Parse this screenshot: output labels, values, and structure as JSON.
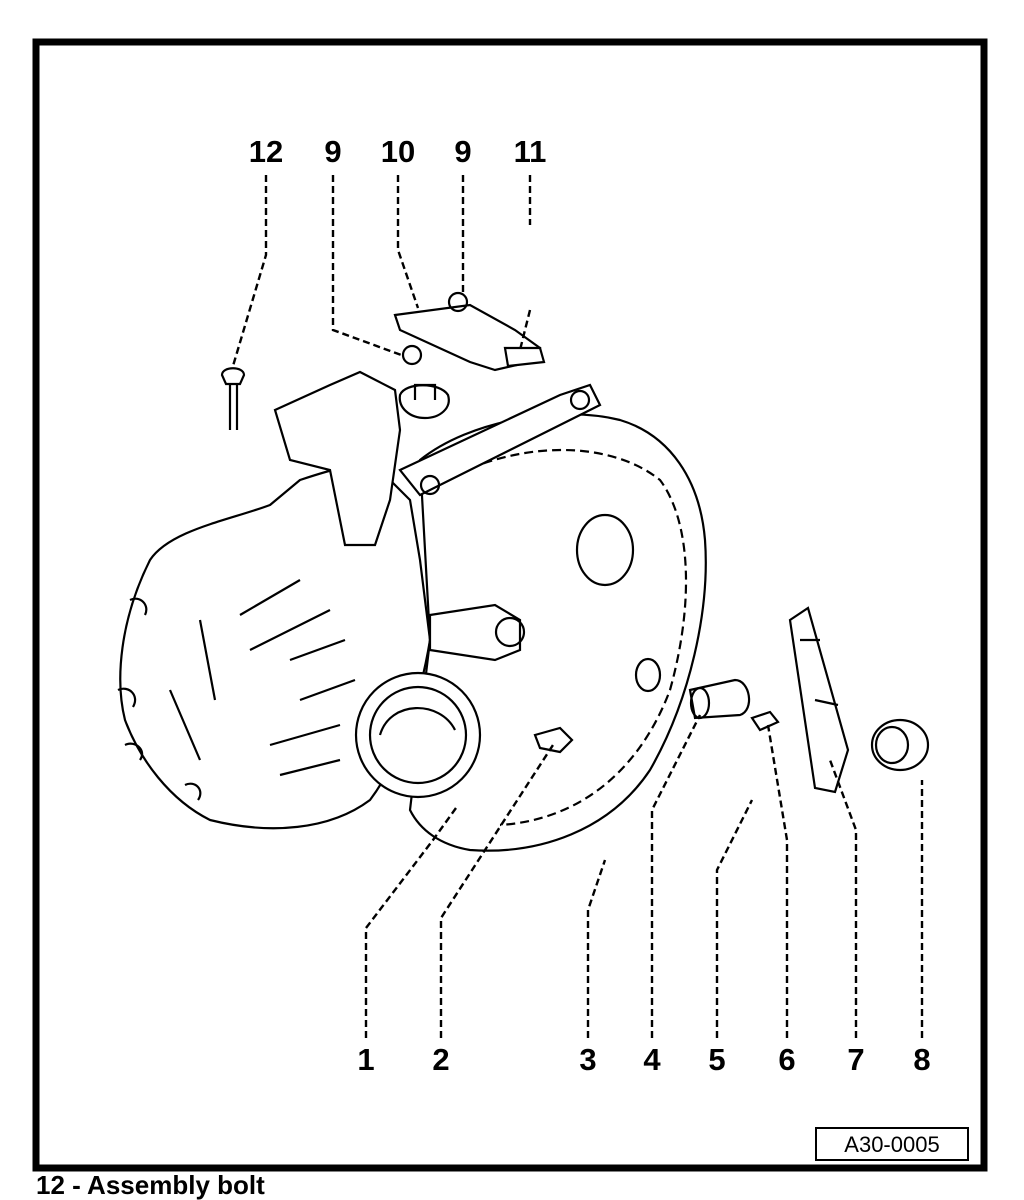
{
  "figure": {
    "reference_code": "A30-0005",
    "caption_fragment": "12 - Assembly bolt"
  },
  "callouts": [
    "12",
    "9",
    "10",
    "9",
    "11",
    "1",
    "2",
    "3",
    "4",
    "5",
    "6",
    "7",
    "8"
  ]
}
